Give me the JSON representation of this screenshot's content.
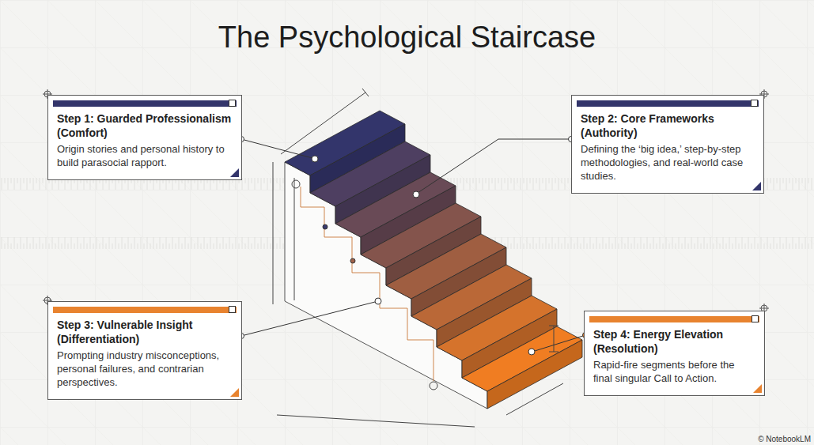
{
  "diagram": {
    "title": "The Psychological Staircase",
    "nodes": [
      {
        "text": [
          "Step 1: Guarded Professionalism (Comfort)",
          "Origin stories and personal history to build parasocial rapport."
        ]
      },
      {
        "text": [
          "Step 2: Core Frameworks (Authority)",
          "Defining the ‘big idea,’ step-by-step methodologies, and real-world case studies."
        ]
      },
      {
        "text": [
          "Step 3: Vulnerable Insight (Differentiation)",
          "Prompting industry misconceptions, personal failures, and contrarian perspectives."
        ]
      },
      {
        "text": [
          "Step 4: Energy Elevation (Resolution)",
          "Rapid-fire segments before the final singular Call to Action."
        ]
      }
    ],
    "labels": [
      "© NotebookLM"
    ]
  }
}
